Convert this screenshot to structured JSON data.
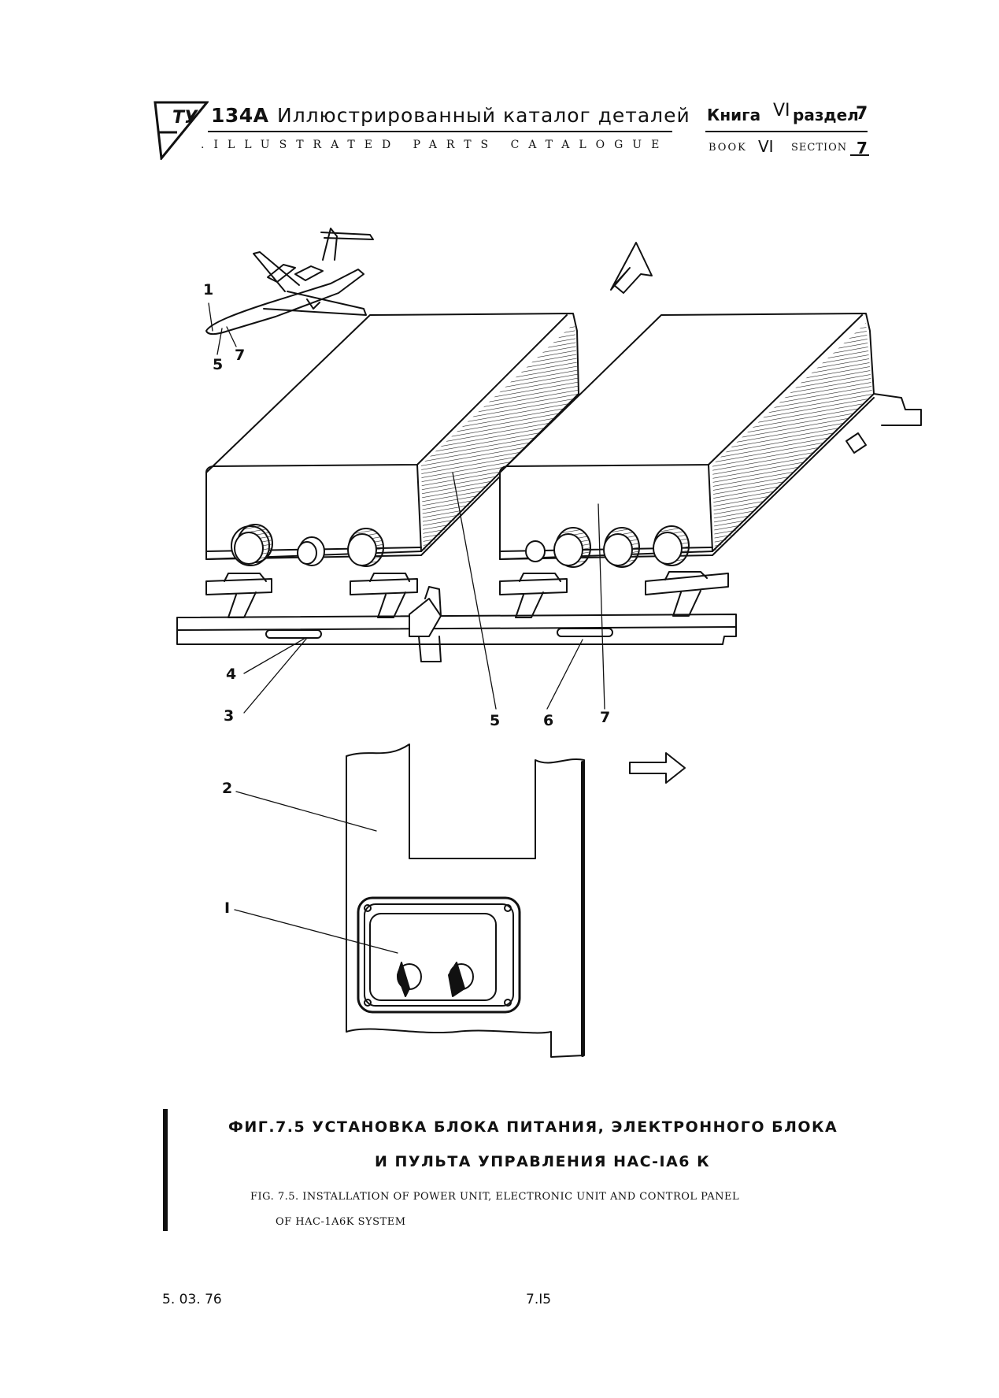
{
  "header": {
    "model": "134А",
    "title_ru": "Иллюстрированный каталог деталей",
    "title_en": ".ILLUSTRATED PARTS CATALOGUE",
    "book_ru": "Книга",
    "book_ru_num": "VI",
    "section_ru": "раздел",
    "section_ru_num": "7",
    "book_en": "BOOK",
    "book_en_num": "VI",
    "section_en": "SECTION",
    "section_en_num": "7"
  },
  "figure": {
    "callouts": {
      "plane_1": "1",
      "plane_5": "5",
      "plane_7": "7",
      "c4": "4",
      "c3": "3",
      "c5": "5",
      "c6": "6",
      "c7": "7",
      "c2": "2",
      "c1": "I"
    }
  },
  "caption": {
    "ru_line1": "ФИГ.7.5  УСТАНОВКА  БЛОКА  ПИТАНИЯ,  ЭЛЕКТРОННОГО  БЛОКА",
    "ru_line2": "И  ПУЛЬТА  УПРАВЛЕНИЯ  НАС-IA6 К",
    "en_line1": "FIG. 7.5. INSTALLATION OF POWER UNIT, ELECTRONIC UNIT AND CONTROL PANEL",
    "en_line2": "OF HAC-1A6K SYSTEM"
  },
  "footer": {
    "date": "5. 03. 76",
    "page": "7.I5"
  }
}
